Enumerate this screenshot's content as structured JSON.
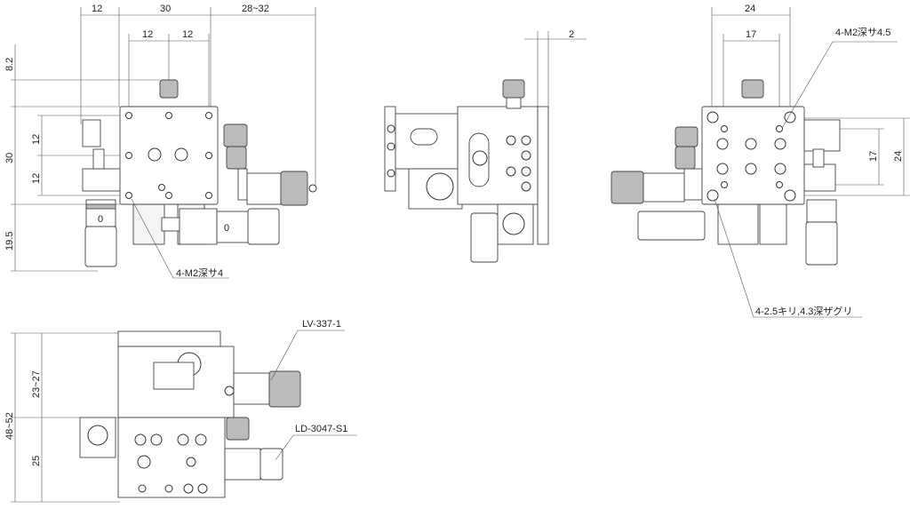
{
  "top_left_view": {
    "dims": {
      "w_left": "12",
      "w_body": "30",
      "w_micrometer": "28~32",
      "hole_pitch_1": "12",
      "hole_pitch_2": "12",
      "h_knob": "8.2",
      "h_body": "30",
      "v_pitch_1": "12",
      "v_pitch_2": "12",
      "h_micrometer": "19.5"
    },
    "callout": "4-M2深サ4"
  },
  "top_middle_view": {
    "dims": {
      "offset": "2"
    }
  },
  "top_right_view": {
    "dims": {
      "w_outer": "24",
      "w_inner": "17",
      "h_inner": "17",
      "h_outer": "24"
    },
    "callout_tapped": "4-M2深サ4.5",
    "callout_counterbore": "4-2.5キリ,4.3深ザグリ"
  },
  "bottom_view": {
    "dims": {
      "h_total": "48~52",
      "h_upper": "23~27",
      "h_lower": "25"
    },
    "part_upper": "LV-337-1",
    "part_lower": "LD-3047-S1"
  },
  "micrometer_zero_label": "0"
}
